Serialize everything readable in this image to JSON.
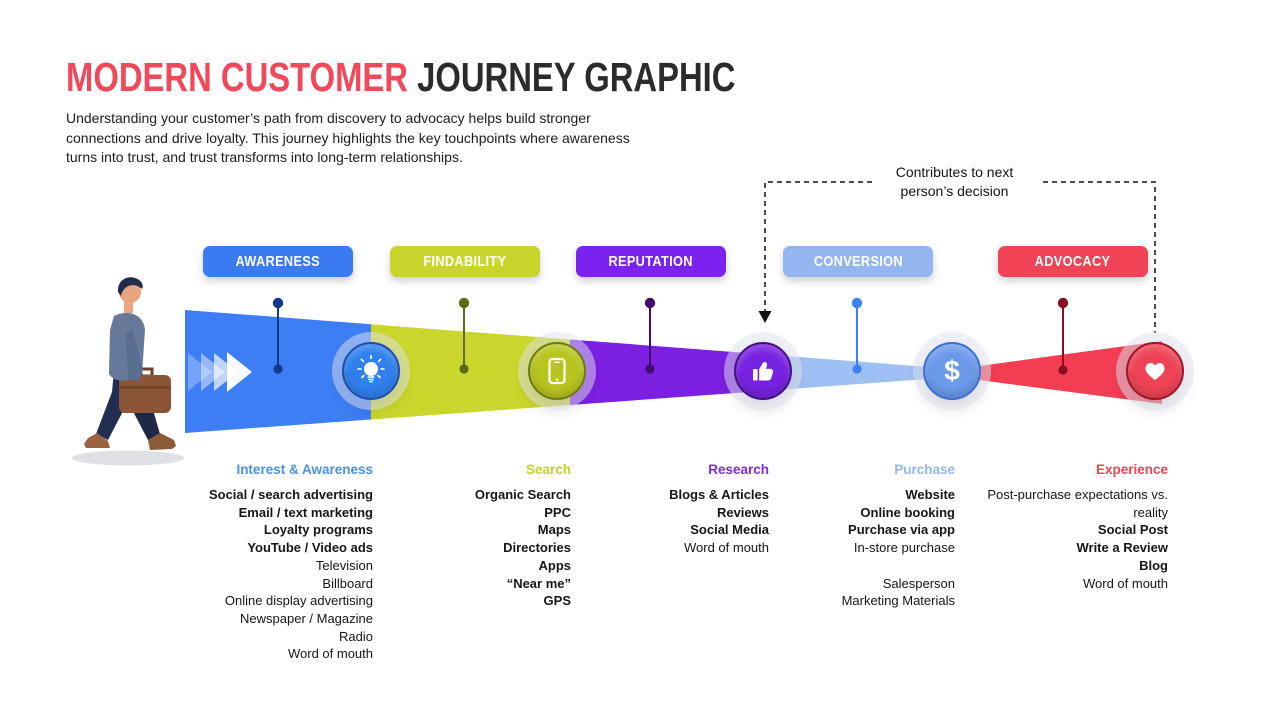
{
  "header": {
    "title_accent": "MODERN CUSTOMER ",
    "title_rest": "JOURNEY GRAPHIC",
    "title_accent_color": "#F2485C",
    "title_rest_color": "#2B2B2B",
    "description": "Understanding your customer’s path from discovery to advocacy helps build stronger connections and drive loyalty. This journey highlights the key touchpoints where awareness turns into trust, and trust transforms into long-term relationships."
  },
  "annotation": {
    "line1": "Contributes to next",
    "line2": "person’s decision"
  },
  "walker": {
    "description": "man walking right carrying a briefcase"
  },
  "stages": [
    {
      "label": "AWARENESS",
      "pill_color": "#3A7BF2",
      "connector_color": "#15388F",
      "funnel_color": "#3D7EF5",
      "circle_color": "#2F80ED",
      "circle_rim": "#1C4FB0",
      "icon": "lightbulb-icon",
      "column": {
        "header": "Interest & Awareness",
        "header_color": "#4A90E2",
        "items": [
          {
            "text": "Social / search advertising",
            "bold": true
          },
          {
            "text": "Email / text marketing",
            "bold": true
          },
          {
            "text": "Loyalty programs",
            "bold": true
          },
          {
            "text": "YouTube / Video ads",
            "bold": true
          },
          {
            "text": "Television",
            "bold": false
          },
          {
            "text": "Billboard",
            "bold": false
          },
          {
            "text": "Online display advertising",
            "bold": false
          },
          {
            "text": "Newspaper / Magazine",
            "bold": false
          },
          {
            "text": "Radio",
            "bold": false
          },
          {
            "text": "Word of mouth",
            "bold": false
          }
        ]
      }
    },
    {
      "label": "FINDABILITY",
      "pill_color": "#C8D62C",
      "connector_color": "#5F6B13",
      "funnel_color": "#C9D62B",
      "circle_color": "#B8C41F",
      "circle_rim": "#6E7A12",
      "icon": "smartphone-icon",
      "column": {
        "header": "Search",
        "header_color": "#C3D21F",
        "items": [
          {
            "text": "Organic Search",
            "bold": true
          },
          {
            "text": "PPC",
            "bold": true
          },
          {
            "text": "Maps",
            "bold": true
          },
          {
            "text": "Directories",
            "bold": true
          },
          {
            "text": "Apps",
            "bold": true
          },
          {
            "text": "“Near me”",
            "bold": true
          },
          {
            "text": "GPS",
            "bold": true
          }
        ]
      }
    },
    {
      "label": "REPUTATION",
      "pill_color": "#7C22F0",
      "connector_color": "#3F0D70",
      "funnel_color": "#7B1FE0",
      "circle_color": "#7722E0",
      "circle_rim": "#43127F",
      "icon": "thumbs-up-icon",
      "column": {
        "header": "Research",
        "header_color": "#7C2BE0",
        "items": [
          {
            "text": "Blogs & Articles",
            "bold": true
          },
          {
            "text": "Reviews",
            "bold": true
          },
          {
            "text": "Social Media",
            "bold": true
          },
          {
            "text": "Word of mouth",
            "bold": false
          }
        ]
      }
    },
    {
      "label": "CONVERSION",
      "pill_color": "#93B5F0",
      "connector_color": "#3B82F6",
      "funnel_color": "#9FC0F2",
      "circle_color": "#6B9AEB",
      "circle_rim": "#3E6FD1",
      "icon": "dollar-icon",
      "icon_glyph": "$",
      "column": {
        "header": "Purchase",
        "header_color": "#93B5F0",
        "items": [
          {
            "text": "Website",
            "bold": true
          },
          {
            "text": "Online booking",
            "bold": true
          },
          {
            "text": "Purchase via app",
            "bold": true
          },
          {
            "text": "In-store purchase",
            "bold": false
          },
          {
            "text": "",
            "bold": false
          },
          {
            "text": "Salesperson",
            "bold": false
          },
          {
            "text": "Marketing Materials",
            "bold": false
          }
        ]
      }
    },
    {
      "label": "ADVOCACY",
      "pill_color": "#F04356",
      "connector_color": "#8A1020",
      "funnel_color": "#F23D52",
      "circle_color": "#EE4355",
      "circle_rim": "#9E1526",
      "icon": "heart-icon",
      "column": {
        "header": "Experience",
        "header_color": "#F04355",
        "items": [
          {
            "text": "Post-purchase expectations vs. reality",
            "bold": false
          },
          {
            "text": "Social Post",
            "bold": true
          },
          {
            "text": "Write a Review",
            "bold": true
          },
          {
            "text": "Blog",
            "bold": true
          },
          {
            "text": "Word of mouth",
            "bold": false
          }
        ]
      }
    }
  ]
}
